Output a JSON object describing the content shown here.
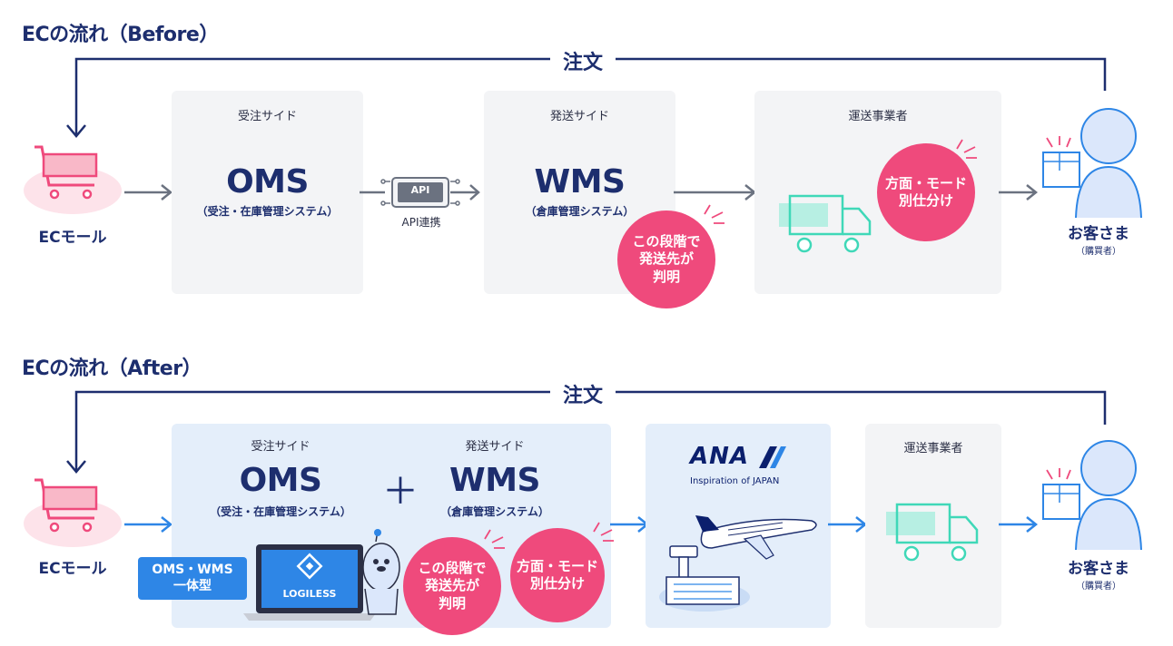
{
  "before": {
    "title": "ECの流れ（Before）",
    "order_label": "注文",
    "mall_label": "ECモール",
    "oms": {
      "side_label": "受注サイド",
      "name": "OMS",
      "desc": "（受注・在庫管理システム）"
    },
    "api_chip": "API",
    "api_label": "API連携",
    "wms": {
      "side_label": "発送サイド",
      "name": "WMS",
      "desc": "（倉庫管理システム）"
    },
    "reveal_circle": "この段階で\n発送先が\n判明",
    "carrier": {
      "label": "運送事業者",
      "circle": "方面・モード\n別仕分け"
    },
    "customer": {
      "name": "お客さま",
      "sub": "（購買者）"
    }
  },
  "after": {
    "title": "ECの流れ（After）",
    "order_label": "注文",
    "mall_label": "ECモール",
    "oms": {
      "side_label": "受注サイド",
      "name": "OMS",
      "desc": "（受注・在庫管理システム）"
    },
    "plus": "＋",
    "wms": {
      "side_label": "発送サイド",
      "name": "WMS",
      "desc": "（倉庫管理システム）"
    },
    "badge": "OMS・WMS\n一体型",
    "laptop_brand": "LOGILESS",
    "reveal_circle": "この段階で\n発送先が\n判明",
    "sort_circle": "方面・モード\n別仕分け",
    "ana": {
      "logo": "ANA",
      "tagline": "Inspiration of JAPAN"
    },
    "carrier": {
      "label": "運送事業者"
    },
    "customer": {
      "name": "お客さま",
      "sub": "（購買者）"
    }
  },
  "colors": {
    "navy": "#1d2e6e",
    "pink": "#ef4a7c",
    "blue": "#2e86e6",
    "gray_arrow": "#6b7280",
    "teal": "#3fd8b8"
  }
}
